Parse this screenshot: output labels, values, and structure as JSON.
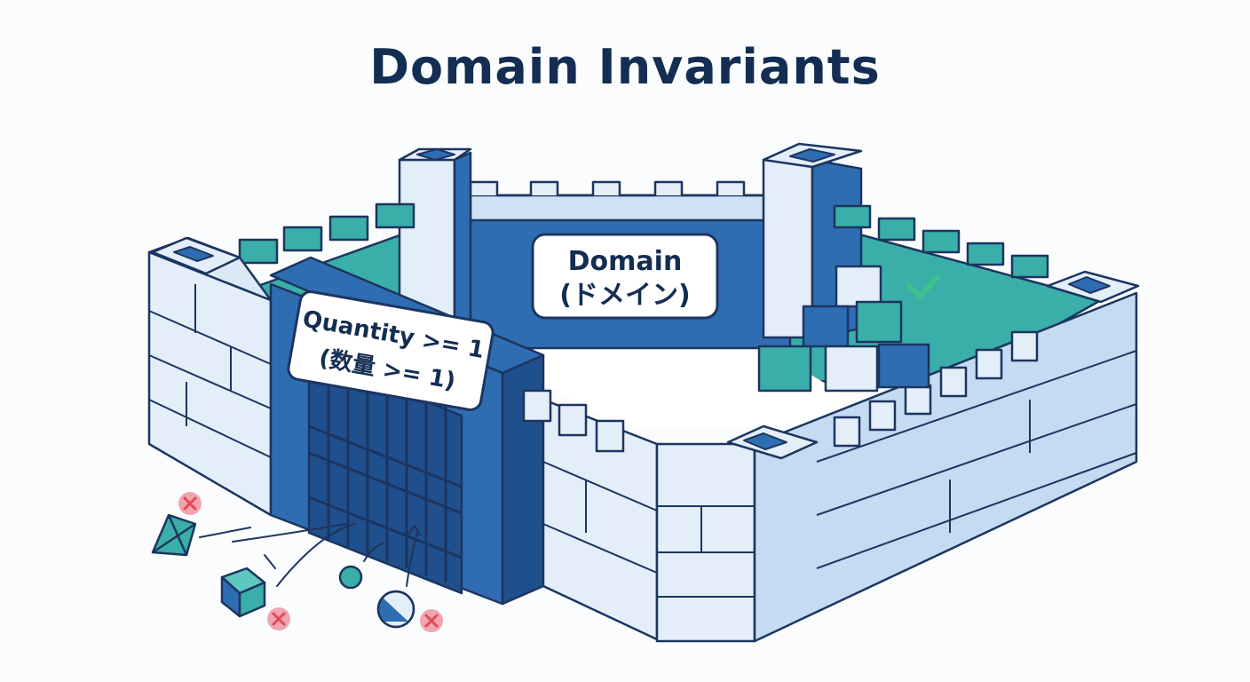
{
  "title": "Domain Invariants",
  "domain_label": {
    "line1": "Domain",
    "line2": "(ドメイン)"
  },
  "gate_label": {
    "line1": "Quantity >= 1",
    "line2": "(数量 >= 1)"
  },
  "icons": {
    "accepted": "check-icon",
    "rejected": "x-icon"
  },
  "colors": {
    "title": "#142d52",
    "wall": "#e4eef9",
    "wall_shadow": "#c5dbf1",
    "outline": "#1c3560",
    "gate": "#2f6db3",
    "gate_dark": "#1f4f8c",
    "courtyard": "#3aaea8",
    "accept": "#3cc28c",
    "reject": "#e4485a"
  }
}
